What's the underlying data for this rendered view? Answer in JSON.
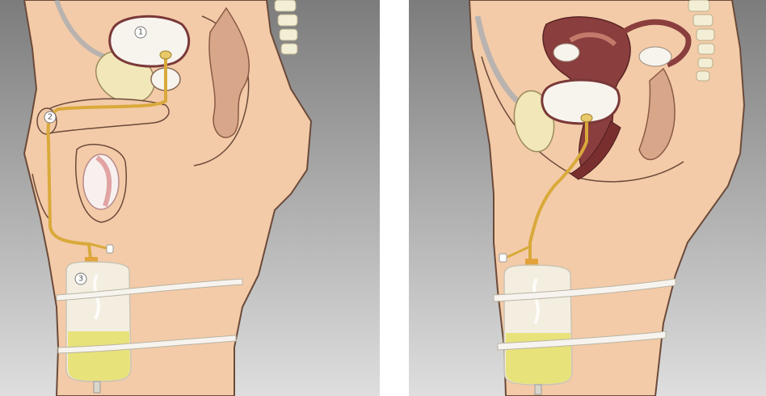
{
  "colors": {
    "background_top": "#7a7a7a",
    "background_bottom": "#dcdcdc",
    "skin": "#f3cba8",
    "skin_outline": "#6b4a3a",
    "bladder": "#f7f4ee",
    "catheter": "#d9a93b",
    "urine": "#e8e27a",
    "bag": "#f4f0e4",
    "strap": "#f7f4ef",
    "uterus": "#8b3e3e",
    "bone": "#f3efd6"
  },
  "left_panel": {
    "markers": [
      "1",
      "2",
      "3"
    ]
  }
}
